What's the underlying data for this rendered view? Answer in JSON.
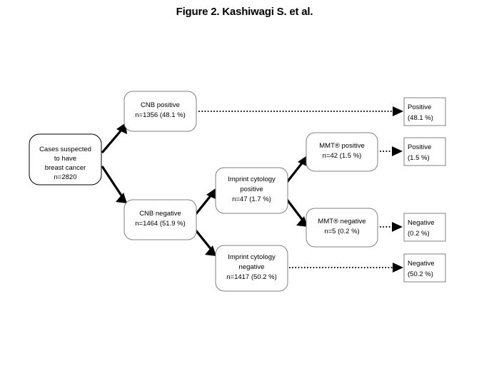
{
  "figure": {
    "title": "Figure 2. Kashiwagi S. et al."
  },
  "nodes": {
    "root": {
      "name": "cases-suspected",
      "lines": [
        "Cases suspected",
        "to have",
        "breast cancer",
        "n=2820"
      ]
    },
    "cnb_positive": {
      "name": "cnb-positive",
      "lines": [
        "CNB positive",
        "n=1356 (48.1 %)"
      ]
    },
    "cnb_negative": {
      "name": "cnb-negative",
      "lines": [
        "CNB negative",
        "n=1464 (51.9 %)"
      ]
    },
    "imprint_positive": {
      "name": "imprint-cytology-positive",
      "lines": [
        "Imprint cytology",
        "positive",
        "n=47 (1.7 %)"
      ]
    },
    "imprint_negative": {
      "name": "imprint-cytology-negative",
      "lines": [
        "Imprint cytology",
        "negative",
        "n=1417 (50.2 %)"
      ]
    },
    "mmt_positive": {
      "name": "mmt-positive",
      "lines": [
        "MMT® positive",
        "n=42 (1.5 %)"
      ]
    },
    "mmt_negative": {
      "name": "mmt-negative",
      "lines": [
        "MMT® negative",
        "n=5 (0.2 %)"
      ]
    }
  },
  "outcomes": {
    "positive_481": {
      "name": "outcome-positive-48-1",
      "lines": [
        "Positive",
        "(48.1 %)"
      ]
    },
    "positive_15": {
      "name": "outcome-positive-1-5",
      "lines": [
        "Positive",
        "(1.5 %)"
      ]
    },
    "negative_02": {
      "name": "outcome-negative-0-2",
      "lines": [
        "Negative",
        "(0.2 %)"
      ]
    },
    "negative_502": {
      "name": "outcome-negative-50-2",
      "lines": [
        "Negative",
        "(50.2 %)"
      ]
    }
  },
  "chart_data": {
    "type": "diagram",
    "title": "Figure 2. Kashiwagi S. et al.",
    "diagram_kind": "flowchart",
    "total_cases": 2820,
    "nodes": [
      {
        "id": "root",
        "label": "Cases suspected to have breast cancer",
        "n": 2820,
        "percent": null,
        "shape": "rounded-rect"
      },
      {
        "id": "cnb_positive",
        "label": "CNB positive",
        "n": 1356,
        "percent": 48.1,
        "shape": "rounded-rect"
      },
      {
        "id": "cnb_negative",
        "label": "CNB negative",
        "n": 1464,
        "percent": 51.9,
        "shape": "rounded-rect"
      },
      {
        "id": "imprint_positive",
        "label": "Imprint cytology positive",
        "n": 47,
        "percent": 1.7,
        "shape": "rounded-rect"
      },
      {
        "id": "imprint_negative",
        "label": "Imprint cytology negative",
        "n": 1417,
        "percent": 50.2,
        "shape": "rounded-rect"
      },
      {
        "id": "mmt_positive",
        "label": "MMT® positive",
        "n": 42,
        "percent": 1.5,
        "shape": "rounded-rect"
      },
      {
        "id": "mmt_negative",
        "label": "MMT® negative",
        "n": 5,
        "percent": 0.2,
        "shape": "rounded-rect"
      },
      {
        "id": "positive_481",
        "label": "Positive",
        "n": null,
        "percent": 48.1,
        "shape": "rect"
      },
      {
        "id": "positive_15",
        "label": "Positive",
        "n": null,
        "percent": 1.5,
        "shape": "rect"
      },
      {
        "id": "negative_02",
        "label": "Negative",
        "n": null,
        "percent": 0.2,
        "shape": "rect"
      },
      {
        "id": "negative_502",
        "label": "Negative",
        "n": null,
        "percent": 50.2,
        "shape": "rect"
      }
    ],
    "edges": [
      {
        "from": "root",
        "to": "cnb_positive",
        "style": "solid"
      },
      {
        "from": "root",
        "to": "cnb_negative",
        "style": "solid"
      },
      {
        "from": "cnb_negative",
        "to": "imprint_positive",
        "style": "solid"
      },
      {
        "from": "cnb_negative",
        "to": "imprint_negative",
        "style": "solid"
      },
      {
        "from": "imprint_positive",
        "to": "mmt_positive",
        "style": "solid"
      },
      {
        "from": "imprint_positive",
        "to": "mmt_negative",
        "style": "solid"
      },
      {
        "from": "cnb_positive",
        "to": "positive_481",
        "style": "dotted"
      },
      {
        "from": "mmt_positive",
        "to": "positive_15",
        "style": "dotted"
      },
      {
        "from": "mmt_negative",
        "to": "negative_02",
        "style": "dotted"
      },
      {
        "from": "imprint_negative",
        "to": "negative_502",
        "style": "dotted"
      }
    ]
  }
}
